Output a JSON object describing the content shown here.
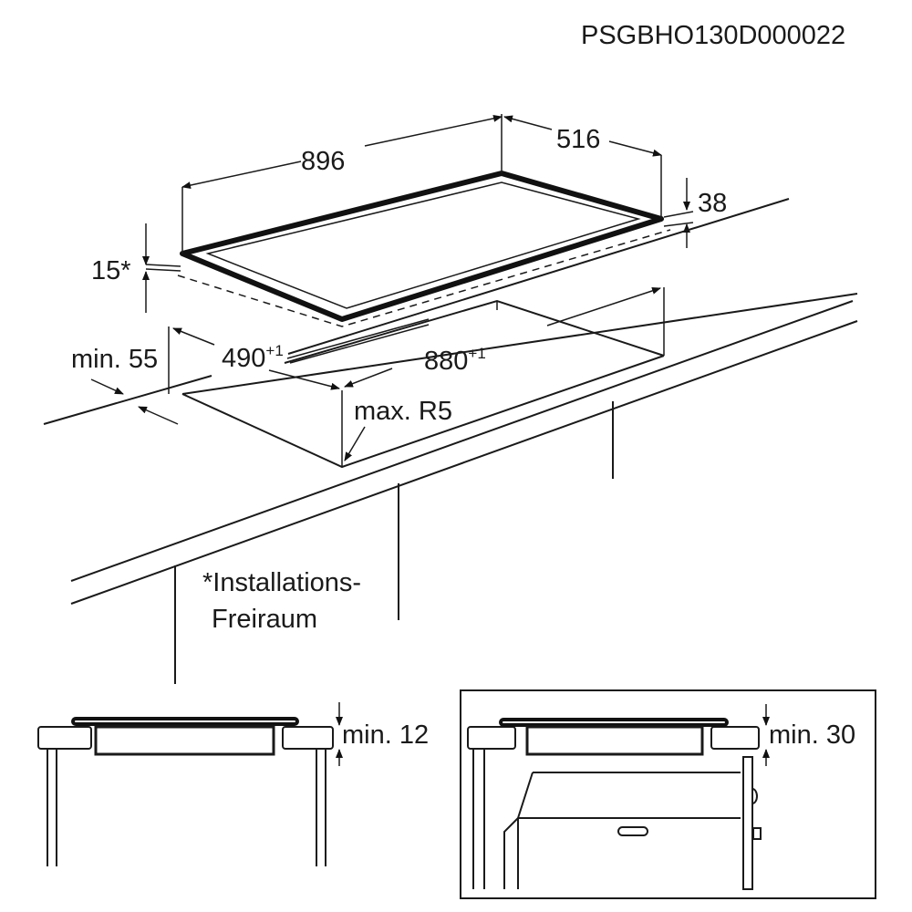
{
  "code": "PSGBHO130D000022",
  "dimensions": {
    "width": "896",
    "depth": "516",
    "height": "38",
    "clearance_front": "15*",
    "cutout_depth": "490",
    "cutout_depth_tol": "+1",
    "cutout_width": "880",
    "cutout_width_tol": "+1",
    "min_edge": "min. 55",
    "max_radius": "max. R5"
  },
  "note": {
    "line1": "*Installations-",
    "line2": "Freiraum"
  },
  "details": {
    "left_label": "min. 12",
    "right_label": "min. 30"
  }
}
